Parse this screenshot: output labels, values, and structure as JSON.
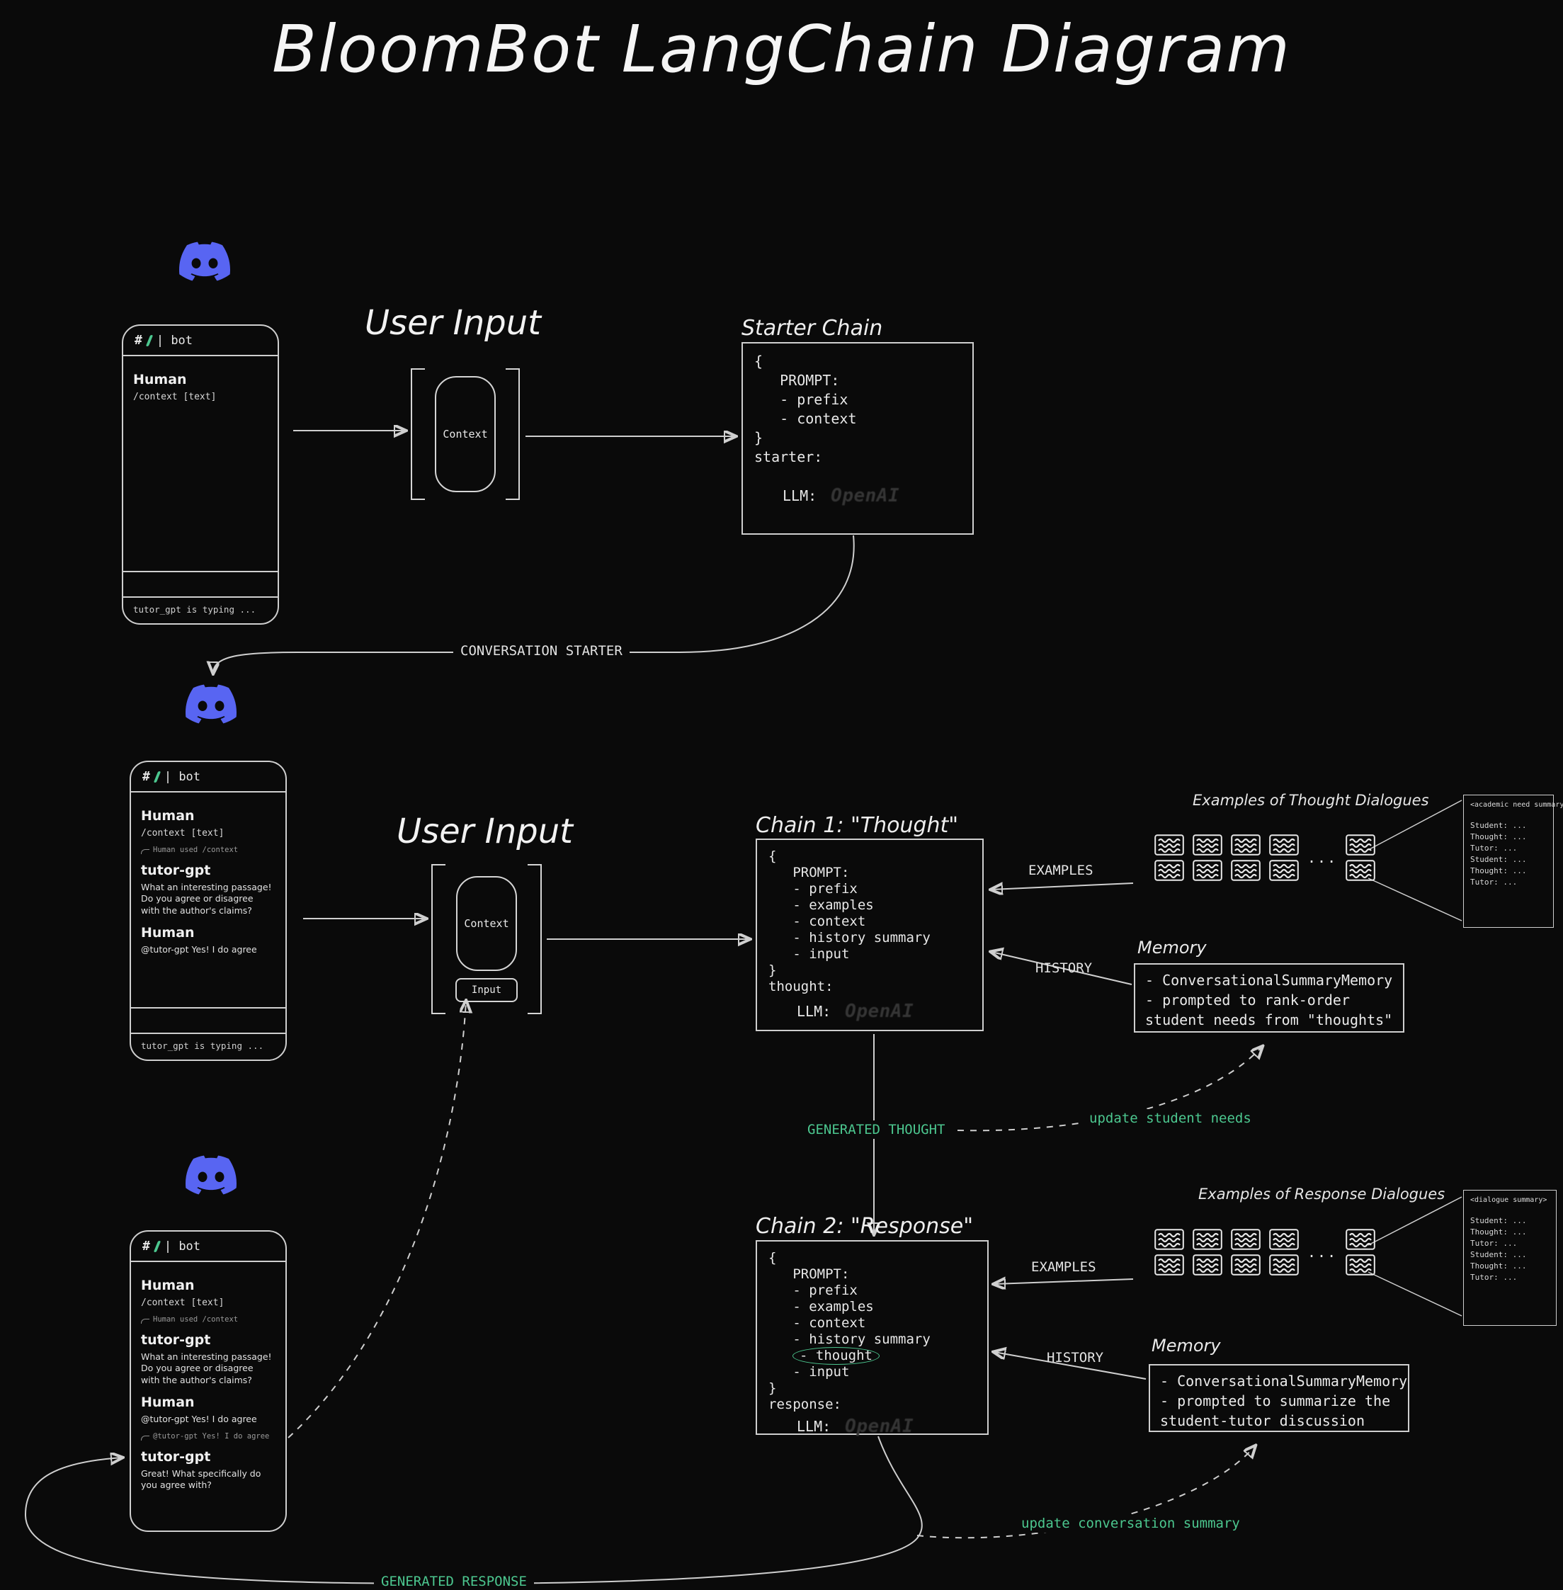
{
  "title": "BloomBot LangChain Diagram",
  "colors": {
    "background": "#0a0a0a",
    "stroke": "#cfcfcf",
    "discord_blurple": "#5865F2",
    "accent_green": "#4cc78f",
    "text": "#e8e8e8",
    "llm_faded": "#353535"
  },
  "labels": {
    "user_input": "User Input",
    "conversation_starter": "CONVERSATION STARTER",
    "generated_thought": "GENERATED THOUGHT",
    "generated_response": "GENERATED RESPONSE",
    "update_student_needs": "update student needs",
    "update_conversation_summary": "update conversation summary",
    "examples": "EXAMPLES",
    "history": "HISTORY",
    "examples_of_thought_dialogues": "Examples of Thought Dialogues",
    "examples_of_response_dialogues": "Examples of Response Dialogues",
    "memory": "Memory",
    "context": "Context",
    "input": "Input",
    "ellipsis": "..."
  },
  "phone": {
    "hash": "#",
    "channel": "| bot",
    "typing": "tutor_gpt is typing ...",
    "human": "Human",
    "context_command": "/context [text]",
    "used_context_note": "Human used /context",
    "bot_name": "tutor-gpt",
    "bot_message_1": "What an interesting passage!\nDo you agree or disagree\nwith the author's claims?",
    "human_message_1": "@tutor-gpt Yes! I do agree",
    "reply_note_2": "@tutor-gpt Yes! I do agree",
    "bot_message_2": "Great! What specifically do\nyou agree with?"
  },
  "starter_chain": {
    "title": "Starter Chain",
    "prompt_lines": [
      "{",
      "   PROMPT:",
      "   - prefix",
      "   - context",
      "}",
      "starter:"
    ],
    "llm_label": "LLM:",
    "llm_provider": "OpenAI"
  },
  "chain1": {
    "title": "Chain 1: \"Thought\"",
    "prompt_lines": [
      "{",
      "   PROMPT:",
      "   - prefix",
      "   - examples",
      "   - context",
      "   - history summary",
      "   - input",
      "}",
      "thought:"
    ],
    "llm_label": "LLM:",
    "llm_provider": "OpenAI"
  },
  "chain2": {
    "title": "Chain 2: \"Response\"",
    "prompt_lines_before": [
      "{",
      "   PROMPT:",
      "   - prefix",
      "   - examples",
      "   - context",
      "   - history summary"
    ],
    "thought_item": "- thought",
    "prompt_lines_after": [
      "   - input",
      "}",
      "response:"
    ],
    "llm_label": "LLM:",
    "llm_provider": "OpenAI"
  },
  "memory1": {
    "title": "Memory",
    "lines": [
      "- ConversationalSummaryMemory",
      "- prompted to rank-order",
      "student needs from \"thoughts\""
    ]
  },
  "memory2": {
    "title": "Memory",
    "lines": [
      "- ConversationalSummaryMemory",
      "- prompted to summarize the",
      "student-tutor discussion"
    ]
  },
  "summary1": {
    "header": "<academic need summary>",
    "lines": [
      "Student: ...",
      "Thought: ...",
      "Tutor: ...",
      "Student: ...",
      "Thought: ...",
      "Tutor: ..."
    ]
  },
  "summary2": {
    "header": "<dialogue summary>",
    "lines": [
      "Student: ...",
      "Thought: ...",
      "Tutor: ...",
      "Student: ...",
      "Thought: ...",
      "Tutor: ..."
    ]
  }
}
